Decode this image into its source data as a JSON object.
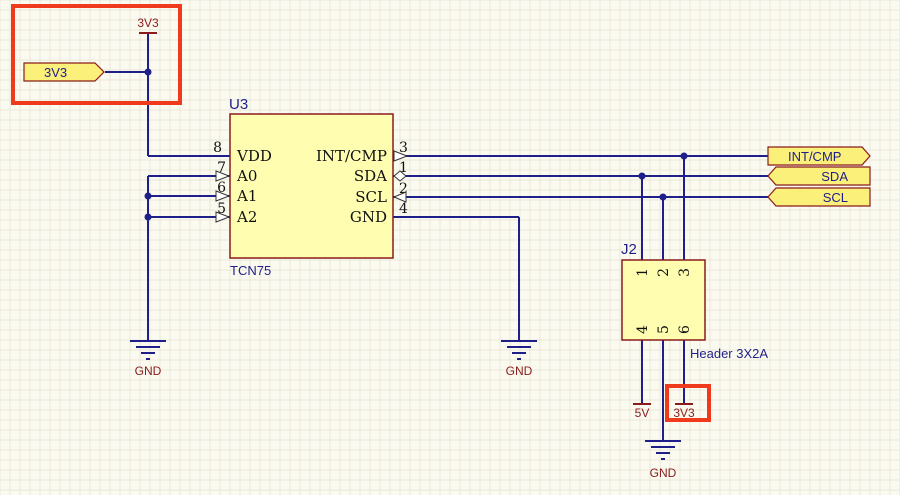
{
  "u3": {
    "designator": "U3",
    "comment": "TCN75",
    "pins_left": [
      {
        "num": "8",
        "name": "VDD"
      },
      {
        "num": "7",
        "name": "A0"
      },
      {
        "num": "6",
        "name": "A1"
      },
      {
        "num": "5",
        "name": "A2"
      }
    ],
    "pins_right": [
      {
        "num": "3",
        "name": "INT/CMP"
      },
      {
        "num": "1",
        "name": "SDA"
      },
      {
        "num": "2",
        "name": "SCL"
      },
      {
        "num": "4",
        "name": "GND"
      }
    ]
  },
  "j2": {
    "designator": "J2",
    "comment": "Header 3X2A",
    "pins_top": [
      "1",
      "2",
      "3"
    ],
    "pins_bottom": [
      "4",
      "5",
      "6"
    ]
  },
  "ports": {
    "port_3v3": "3V3",
    "int_cmp": "INT/CMP",
    "sda": "SDA",
    "scl": "SCL"
  },
  "power": {
    "top_3v3": "3V3",
    "gnd_left": "GND",
    "gnd_mid": "GND",
    "gnd_bottom": "GND",
    "pwr_5v": "5V",
    "pwr_3v3_bottom": "3V3"
  },
  "highlight_color": "#f03a1e"
}
